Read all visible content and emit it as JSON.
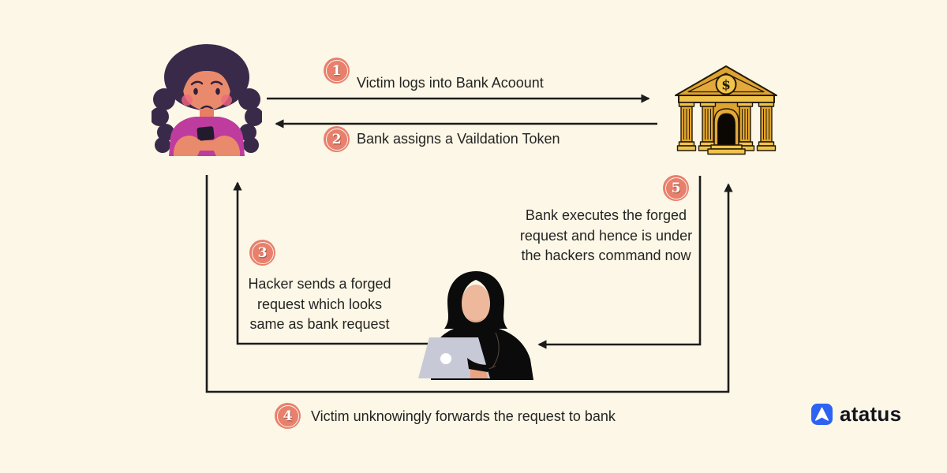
{
  "diagram": {
    "background_color": "#FCF7E6",
    "line_color": "#1C1C1C",
    "text_color": "#242424",
    "badge": {
      "fill": "#E8806C",
      "number_color": "#FFFFFF"
    },
    "actors": {
      "victim": {
        "icon": "worried-woman-with-phone-illustration"
      },
      "bank": {
        "icon": "bank-building-illustration",
        "dollar_sign": "$"
      },
      "hacker": {
        "icon": "hooded-hacker-with-laptop-illustration"
      }
    },
    "steps": [
      {
        "number": "1",
        "label": "Victim logs into Bank Acoount",
        "from": "victim",
        "to": "bank"
      },
      {
        "number": "2",
        "label": "Bank assigns a Vaildation Token",
        "from": "bank",
        "to": "victim"
      },
      {
        "number": "3",
        "label": "Hacker sends a forged request which looks same as bank request",
        "lines": [
          "Hacker sends a forged",
          "request which looks",
          "same as bank request"
        ],
        "from": "hacker",
        "to": "victim"
      },
      {
        "number": "4",
        "label": "Victim unknowingly forwards the request to bank",
        "from": "victim",
        "to": "bank"
      },
      {
        "number": "5",
        "label": "Bank executes the forged request and hence is under the hackers command now",
        "lines": [
          "Bank executes the forged",
          "request and hence is under",
          "the hackers command now"
        ],
        "from": "bank",
        "to": "hacker"
      }
    ],
    "logo": {
      "text": "atatus",
      "icon": "atatus-logo-icon",
      "icon_color": "#2D63F2",
      "text_color": "#14141E"
    }
  }
}
